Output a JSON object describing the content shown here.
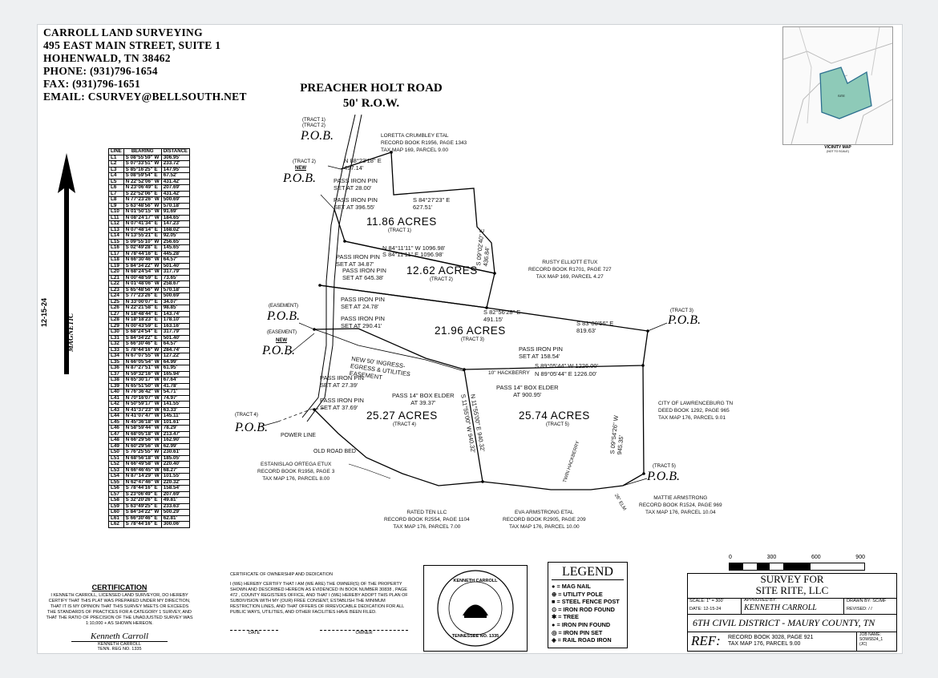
{
  "header": {
    "company": "CARROLL LAND SURVEYING",
    "address1": "495 EAST MAIN STREET, SUITE 1",
    "address2": "HOHENWALD, TN 38462",
    "phone": "PHONE: (931)796-1654",
    "fax": "FAX: (931)796-1651",
    "email": "EMAIL: CSURVEY@BELLSOUTH.NET"
  },
  "road": {
    "name": "PREACHER HOLT ROAD",
    "row": "50' R.O.W."
  },
  "vicinity": {
    "title": "VICINITY MAP",
    "note": "(NOT TO SCALE)",
    "site": "SITE"
  },
  "north": {
    "date": "12-15-24",
    "label": "MAGNETIC"
  },
  "course_table": {
    "headers": [
      "LINE",
      "BEARING",
      "DISTANCE"
    ],
    "rows": [
      [
        "L1",
        "S 08°55'59\" W",
        "306.95'"
      ],
      [
        "L2",
        "S 07°33'51\" W",
        "233.72'"
      ],
      [
        "L3",
        "S 85°16'25\" E",
        "147.95'"
      ],
      [
        "L4",
        "S 08°59'54\" E",
        "67.52'"
      ],
      [
        "L5",
        "N 22°52'06\" W",
        "431.42'"
      ],
      [
        "L6",
        "N 23°06'49\" E",
        "207.69'"
      ],
      [
        "L7",
        "S 22°52'06\" E",
        "431.42'"
      ],
      [
        "L8",
        "N 77°23'26\" W",
        "500.69'"
      ],
      [
        "L9",
        "S 63°48'56\" W",
        "570.18'"
      ],
      [
        "L10",
        "N 01°50'15\" W",
        "91.69'"
      ],
      [
        "L11",
        "N 08°24'17\" W",
        "184.65'"
      ],
      [
        "L12",
        "N 07°41'34\" E",
        "147.23'"
      ],
      [
        "L13",
        "N 07°48'14\" E",
        "168.02'"
      ],
      [
        "L14",
        "N 13°55'21\" E",
        "92.05'"
      ],
      [
        "L15",
        "S 09°55'10\" W",
        "256.65'"
      ],
      [
        "L16",
        "S 02°49'28\" E",
        "145.65'"
      ],
      [
        "L17",
        "N 78°44'16\" E",
        "445.28'"
      ],
      [
        "L18",
        "N 66°30'46\" W",
        "64.57'"
      ],
      [
        "L19",
        "S 84°34'22\" W",
        "501.40'"
      ],
      [
        "L20",
        "N 68°24'54\" W",
        "317.79'"
      ],
      [
        "L21",
        "N 00°48'59\" E",
        "73.65'"
      ],
      [
        "L22",
        "N 01°48'06\" W",
        "258.67'"
      ],
      [
        "L23",
        "S 65°48'56\" W",
        "570.18'"
      ],
      [
        "L24",
        "S 77°23'26\" E",
        "500.69'"
      ],
      [
        "L25",
        "N 33°00'07\" E",
        "34.07'"
      ],
      [
        "L26",
        "N 22°21'58\" E",
        "98.85'"
      ],
      [
        "L27",
        "N 18°48'44\" E",
        "143.74'"
      ],
      [
        "L28",
        "N 18°18'23\" E",
        "178.10'"
      ],
      [
        "L29",
        "N 00°43'59\" E",
        "163.16'"
      ],
      [
        "L30",
        "S 68°24'54\" E",
        "317.79'"
      ],
      [
        "L31",
        "S 84°34'22\" E",
        "501.40'"
      ],
      [
        "L32",
        "S 66°30'46\" E",
        "64.57'"
      ],
      [
        "L33",
        "S 78°44'16\" W",
        "284.74'"
      ],
      [
        "L34",
        "N 67°07'55\" W",
        "127.22'"
      ],
      [
        "L35",
        "N 66°05'54\" W",
        "64.99'"
      ],
      [
        "L36",
        "N 87°27'51\" W",
        "61.95'"
      ],
      [
        "L37",
        "N 59°32'16\" W",
        "165.94'"
      ],
      [
        "L38",
        "N 65°30'17\" W",
        "67.64'"
      ],
      [
        "L39",
        "N 65°51'50\" W",
        "41.78'"
      ],
      [
        "L40",
        "N 76°36'42\" W",
        "54.71'"
      ],
      [
        "L41",
        "N 70°16'07\" W",
        "74.97'"
      ],
      [
        "L42",
        "N 50°59'17\" W",
        "141.55'"
      ],
      [
        "L43",
        "N 41°37'23\" W",
        "63.33'"
      ],
      [
        "L44",
        "N 41°07'47\" W",
        "145.11'"
      ],
      [
        "L45",
        "N 45°36'18\" W",
        "101.61'"
      ],
      [
        "L46",
        "N 58°59'44\" W",
        "78.29'"
      ],
      [
        "L47",
        "N 68°05'18\" W",
        "213.47'"
      ],
      [
        "L48",
        "N 66°29'56\" W",
        "162.90'"
      ],
      [
        "L49",
        "N 60°29'56\" W",
        "62.99'"
      ],
      [
        "L50",
        "S 76°25'55\" W",
        "230.61'"
      ],
      [
        "L51",
        "N 68°56'18\" W",
        "185.05'"
      ],
      [
        "L52",
        "N 66°49'58\" W",
        "220.40'"
      ],
      [
        "L53",
        "N 66°46'45\" W",
        "68.27'"
      ],
      [
        "L54",
        "N 87°14'29\" W",
        "101.55'"
      ],
      [
        "L55",
        "N 62°47'46\" W",
        "220.32'"
      ],
      [
        "L56",
        "S 78°44'16\" E",
        "158.54'"
      ],
      [
        "L57",
        "S 23°06'49\" E",
        "207.69'"
      ],
      [
        "L58",
        "S 32°20'26\" E",
        "49.81'"
      ],
      [
        "L59",
        "S 63°49'25\" E",
        "233.63'"
      ],
      [
        "L60",
        "S 84°34'22\" W",
        "500.29'"
      ],
      [
        "L61",
        "S 66°30'46\" E",
        "62.81'"
      ],
      [
        "L62",
        "S 78°44'16\" E",
        "300.06'"
      ]
    ]
  },
  "tracts": [
    {
      "acres": "11.86 ACRES",
      "tract": "(TRACT 1)"
    },
    {
      "acres": "12.62 ACRES",
      "tract": "(TRACT 2)"
    },
    {
      "acres": "21.96 ACRES",
      "tract": "(TRACT 3)"
    },
    {
      "acres": "25.27 ACRES",
      "tract": "(TRACT 4)"
    },
    {
      "acres": "25.74 ACRES",
      "tract": "(TRACT 5)"
    }
  ],
  "adjoiners": {
    "crumbley": [
      "LORETTA CRUMBLEY ETAL",
      "RECORD BOOK R1956, PAGE 1343",
      "TAX MAP 169, PARCEL 9.00"
    ],
    "etux": [
      "RUSTY ELLIOTT ETUX",
      "RECORD BOOK R1701, PAGE 727",
      "TAX MAP 169, PARCEL 4.27"
    ],
    "lawrenceburg": [
      "CITY OF LAWRENCEBURG TN",
      "DEED BOOK 1292, PAGE 965",
      "TAX MAP 176, PARCEL 9.01"
    ],
    "mattie": [
      "MATTIE ARMSTRONG",
      "RECORD BOOK R1524, PAGE 969",
      "TAX MAP 176, PARCEL 10.04"
    ],
    "eva": [
      "EVA ARMSTRONG ETAL",
      "RECORD BOOK R2905, PAGE 209",
      "TAX MAP 176, PARCEL 10.00"
    ],
    "rated": [
      "RATED TEN LLC",
      "RECORD BOOK R2554, PAGE 1104",
      "TAX MAP 176, PARCEL 7.00"
    ],
    "ortega": [
      "ESTANISLAO ORTEGA ETUX",
      "RECORD BOOK R1958, PAGE 3",
      "TAX MAP 176, PARCEL 8.00"
    ]
  },
  "plat_labels": {
    "pob": "P.O.B.",
    "tract1_2": "(TRACT 1)\n(TRACT 2)",
    "tract2": "(TRACT 2)",
    "tract3": "(TRACT 3)",
    "tract4": "(TRACT 4)",
    "tract5": "(TRACT 5)",
    "easement": "(EASEMENT)",
    "new_point": "NEW",
    "pin1": "PASS IRON PIN\nSET AT 28.00'",
    "pin2": "PASS IRON PIN\nSET AT 396.55'",
    "pin3": "PASS IRON PIN\nSET AT 34.87'",
    "pin4": "PASS IRON PIN\nSET AT 645.38'",
    "pin5": "PASS IRON PIN\nSET AT 24.78'",
    "pin6": "PASS IRON PIN\nSET AT 290.41'",
    "pin7": "PASS IRON PIN\nSET AT 158.54'",
    "pin8": "PASS IRON PIN\nSET AT 27.39'",
    "pin9": "PASS IRON PIN\nSET AT 37.69'",
    "elder1": "PASS 14\" BOX ELDER\nAT 39.37'",
    "elder2": "PASS 14\" BOX ELDER\nAT 900.95'",
    "hackberry": "10\" HACKBERRY",
    "twin": "TWIN HACKBERRY",
    "elm": "26\" ELM",
    "easement_text": "NEW 50' INGRESS-\nEGRESS & UTILITIES\nEASEMENT",
    "power": "POWER LINE",
    "oldroad": "OLD ROAD BED",
    "b1": "N 88°23'18\" E\n497.14'",
    "b2": "S 84°27'23\" E\n627.51'",
    "b3": "N 84°11'11\" W 1096.98'",
    "b4": "S 84°11'11\" E 1096.98'",
    "b5": "S 82°56'28\" E\n491.15'",
    "b6": "S 83°00'56\" E\n819.63'",
    "b7": "S 89°05'44\" W 1226.00'",
    "b8": "N 89°05'44\" E 1226.00'",
    "b9": "S 09°02'40\" E\n436.84'",
    "b10": "S 11°55'00\" W\n940.32'",
    "b11": "N 11°55'00\" E\n940.32'",
    "b12": "S 09°54'26\" W\n945.35'"
  },
  "scale": {
    "ticks": [
      "0",
      "300",
      "600",
      "900"
    ]
  },
  "legend": {
    "title": "LEGEND",
    "items": [
      "= MAG NAIL",
      "= UTILITY POLE",
      "= STEEL FENCE POST",
      "= IRON ROD FOUND",
      "= TREE",
      "= IRON PIN FOUND",
      "= IRON PIN SET",
      "= RAIL ROAD IRON"
    ]
  },
  "seal": {
    "top": "KENNETH CARROLL",
    "bottom": "TENNESSEE NO. 1335"
  },
  "certification": {
    "title": "CERTIFICATION",
    "body": "I KENNETH CARROLL, LICENSED LAND SURVEYOR, DO HEREBY CERTIFY THAT THIS PLAT WAS PREPARED UNDER MY DIRECTION, THAT IT IS MY OPINION THAT THIS SURVEY MEETS OR EXCEEDS THE STANDARDS OF PRACTICES FOR A CATEGORY 1 SURVEY, AND THAT THE RATIO OF PRECISION OF THE UNADJUSTED SURVEY WAS 1:10,000 + AS SHOWN HEREON.",
    "signature": "Kenneth Carroll",
    "name": "KENNETH CARROLL",
    "reg": "TENN. REG NO. 1335"
  },
  "ownership": {
    "title": "CERTIFICATE OF OWNERSHIP AND DEDICATION",
    "body": "I (WE) HEREBY CERTIFY THAT I AM (WE ARE) THE OWNER(S) OF THE PROPERTY SHOWN AND DESCRIBED HEREON AS EVIDENCED IN BOOK NUMBER 30838 , PAGE 472 , COUNTY REGISTERS OFFICE, AND THAT I (WE) HEREBY ADOPT THIS PLAN OF SUBDIVISION WITH MY (OUR) FREE CONSENT, ESTABLISH THE MINIMUM RESTRICTION LINES, AND THAT OFFERS OF IRREVOCABLE DEDICATION FOR ALL PUBLIC WAYS, UTILITIES, AND OTHER FACILITIES HAVE BEEN FILED.",
    "date_label": "DATE",
    "owner_label": "OWNER"
  },
  "title_block": {
    "title1": "SURVEY FOR",
    "title2": "SITE RITE, LLC",
    "scale": "SCALE: 1\" = 300'",
    "approved": "APPROVED BY:",
    "approver": "KENNETH CARROLL",
    "drawn": "DRAWN BY: SC/MF",
    "date": "DATE: 12-15-24",
    "revised": "REVISED:   /  /",
    "district": "6TH CIVIL DISTRICT - MAURY COUNTY, TN",
    "ref_label": "REF:",
    "ref1": "RECORD BOOK 3028, PAGE 921",
    "ref2": "TAX MAP 176, PARCEL 9.00",
    "job_label": "JOB NAME:",
    "job": "SOWS524_1",
    "initials": "(JC)"
  }
}
